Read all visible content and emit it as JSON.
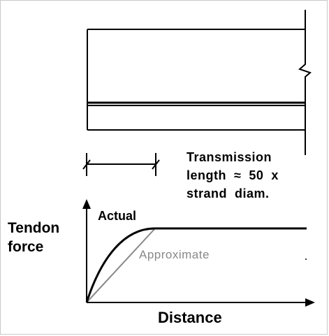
{
  "diagram": {
    "transmission_label": {
      "line1": "Transmission",
      "line2": "length  ≈  50  x",
      "line3": "strand  diam."
    },
    "y_axis_label": {
      "line1": "Tendon",
      "line2": "force"
    },
    "actual_curve_label": "Actual",
    "approximate_line_label": "Approximate",
    "x_axis_label": "Distance",
    "colors": {
      "ink": "#000000",
      "approximate": "#888888",
      "background": "#ffffff",
      "frame": "#c8c8c8"
    }
  }
}
